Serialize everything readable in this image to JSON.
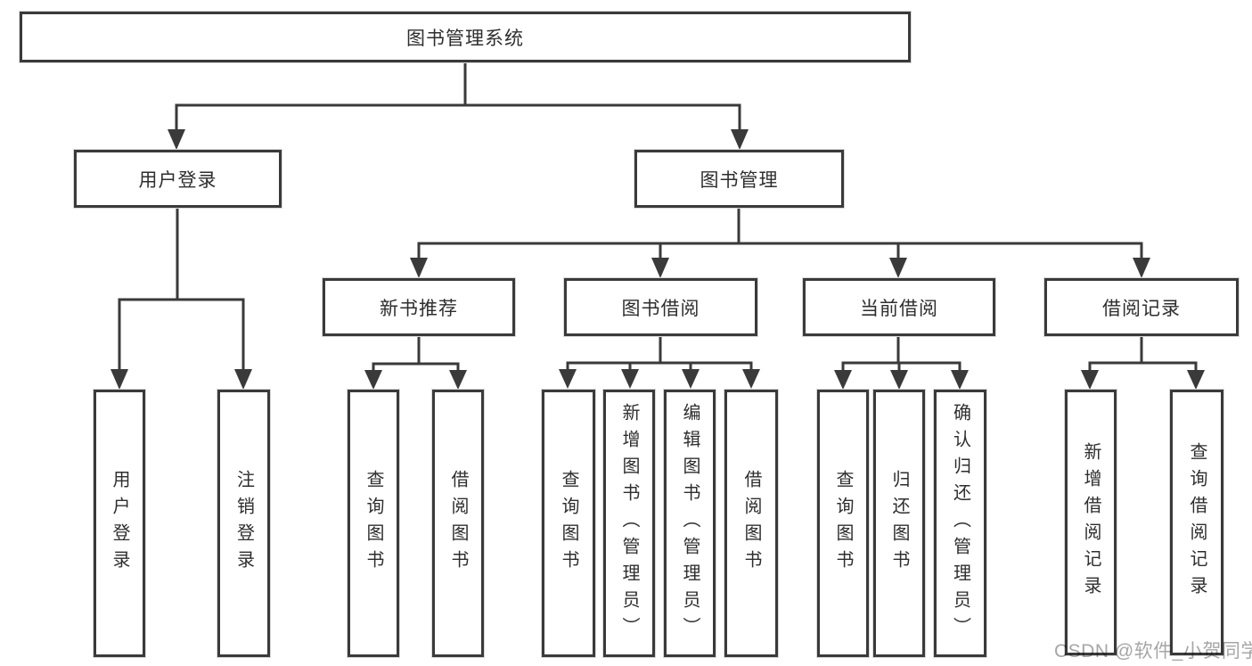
{
  "diagram": {
    "root": {
      "label": "图书管理系统"
    },
    "level2": {
      "user_login": "用户登录",
      "book_management": "图书管理"
    },
    "level3": {
      "new_book_recommend": "新书推荐",
      "book_borrowing": "图书借阅",
      "current_borrowing": "当前借阅",
      "borrowing_records": "借阅记录"
    },
    "leaves": {
      "user_login": [
        "用户登录",
        "注销登录"
      ],
      "new_book_recommend": [
        "查询图书",
        "借阅图书"
      ],
      "book_borrowing": [
        "查询图书",
        "新增图书（管理员）",
        "编辑图书（管理员）",
        "借阅图书"
      ],
      "current_borrowing": [
        "查询图书",
        "归还图书",
        "确认归还（管理员）"
      ],
      "borrowing_records": [
        "新增借阅记录",
        "查询借阅记录"
      ]
    },
    "colors": {
      "line": "#3a3a3a",
      "text": "#2e2e2e",
      "watermark": "#a6a6a6",
      "background": "#ffffff"
    },
    "watermark": "CSDN @软件_小贺同学"
  }
}
